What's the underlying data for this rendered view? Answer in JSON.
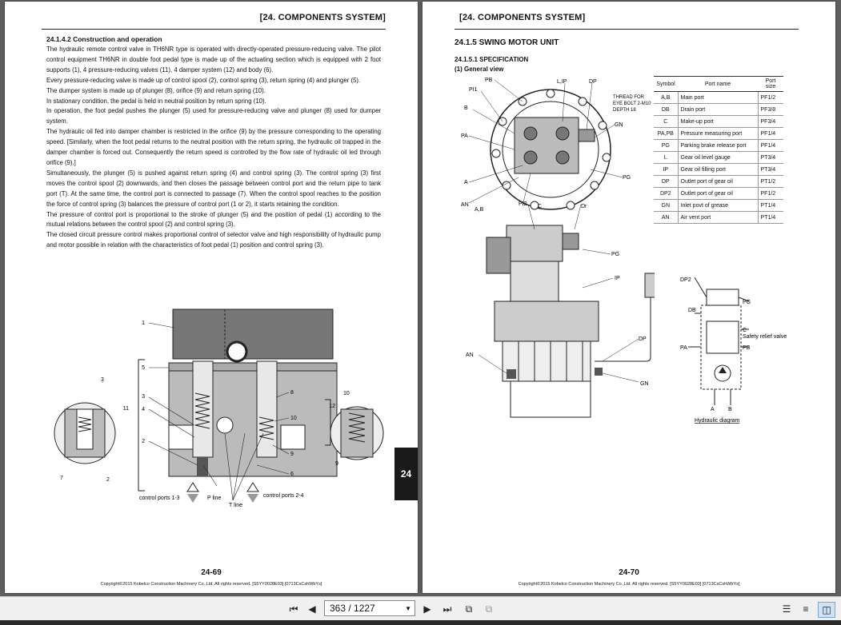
{
  "left_page": {
    "header": "[24.  COMPONENTS SYSTEM]",
    "section_title": "24.1.4.2 Construction and operation",
    "paragraphs": [
      "The hydraulic remote control valve in TH6NR type is operated with directly-operated pressure-reducing valve. The pilot control equipment TH6NR in double foot pedal type is made up of the actuating section which is equipped with 2 foot supports (1), 4 pressure-reducing valves (11), 4 damper system (12) and body (6).",
      "Every pressure-reducing valve is made up of control spool (2), control spring (3), return spring (4) and plunger (5).",
      "The dumper system is made up of plunger (8), orifice (9) and return spring (10).",
      "In stationary condition, the pedal is held in neutral position by return spring (10).",
      "In operation, the foot pedal pushes the plunger (5) used for pressure-reducing valve and plunger (8) used for dumper system.",
      "The hydraulic oil fed into damper chamber is restricted in the orifice (9) by the pressure corresponding to the operating speed. [Similarly, when the foot pedal returns to the neutral position with the return spring, the hydraulic oil trapped in the damper chamber is forced out. Consequently the return speed is controlled by the flow rate of hydraulic oil led through orifice (9).]",
      "Simultaneously, the plunger (5) is pushed against return spring (4) and control spring (3). The control spring (3) first moves the control spool (2) downwards, and then closes the passage between control port and the return pipe to tank port (T). At the same time, the control port is connected to passage (7). When the control spool reaches to the position the force of control spring (3) balances the pressure of control port (1 or 2), it starts retaining the condition.",
      "The pressure of control port is proportional to the stroke of plunger (5) and the position of pedal (1) according to the mutual relations between the control spool (2) and control spring (3).",
      "The closed circuit pressure control makes proportional control of selector valve and high responsibility of hydraulic pump and motor possible in relation with the characteristics of foot pedal (1) position and control spring (3)."
    ],
    "figure_labels": {
      "l1": "1",
      "l2": "2",
      "l3": "3",
      "l4": "4",
      "l5": "5",
      "l6": "6",
      "l7": "7",
      "l8": "8",
      "l9": "9",
      "l10": "10",
      "l11": "11",
      "l12": "12",
      "control_ports_1_3": "control ports 1-3",
      "control_ports_2_4": "control ports 2-4",
      "p_line": "P line",
      "t_line": "T line"
    },
    "page_number": "24-69",
    "copyright": "Copyright©2015 Kobelco Construction Machinery Co.,Ltd. All rights reserved. [S5YY0028E03] [0713CsCshWbYs]",
    "chapter_tab": "24"
  },
  "right_page": {
    "header": "[24.  COMPONENTS SYSTEM]",
    "title": "24.1.5    SWING MOTOR UNIT",
    "subtitle": "24.1.5.1 SPECIFICATION",
    "view_title": "(1)  General view",
    "table": {
      "headers": [
        "Symbol",
        "Port name",
        "Port size"
      ],
      "rows": [
        [
          "A,B",
          "Main port",
          "PF1/2"
        ],
        [
          "DB",
          "Drain port",
          "PF3/8"
        ],
        [
          "C",
          "Make-up port",
          "PF3/4"
        ],
        [
          "PA,PB",
          "Pressure measuring port",
          "PF1/4"
        ],
        [
          "PG",
          "Parking brake release port",
          "PF1/4"
        ],
        [
          "L",
          "Gear oil level gauge",
          "PT3/4"
        ],
        [
          "IP",
          "Gear oil filling port",
          "PT3/4"
        ],
        [
          "DP",
          "Outlet port of gear oil",
          "PT1/2"
        ],
        [
          "DP2",
          "Outlet port of gear oil",
          "PF1/2"
        ],
        [
          "GN",
          "Inlet povt of grease",
          "PT1/4"
        ],
        [
          "AN",
          "Air vent port",
          "PT1/4"
        ]
      ]
    },
    "figure_labels": {
      "pb": "PB",
      "pi1": "PI1",
      "b": "B",
      "pa": "PA",
      "a": "A",
      "an": "AN",
      "ab": "A,B",
      "pi2": "PI2",
      "c": "C",
      "dr": "Dr",
      "lip": "L,IP",
      "dp": "DP",
      "gn": "GN",
      "pg": "PG",
      "thread1": "THREAD FOR",
      "thread2": "EYE BOLT 2-M10",
      "thread3": "DEPTH 18",
      "ip": "IP",
      "dp2": "DP2",
      "db": "DB",
      "pa2": "PA",
      "pb2": "PB",
      "c2": "C",
      "safety": "Safety relief valve",
      "a2": "A",
      "b2": "B",
      "hyd": "Hydraulic diagram"
    },
    "page_number": "24-70",
    "copyright": "Copyright©2015 Kobelco Construction Machinery Co.,Ltd. All rights reserved. [S5YY0028E03] [0713CsCshWbYs]"
  },
  "toolbar": {
    "current_page": "363",
    "total_pages": "1227",
    "page_display": "363 / 1227",
    "icons": [
      "first-page-icon",
      "prev-page-icon",
      "next-page-icon",
      "last-page-icon",
      "go-back-icon",
      "go-forward-icon",
      "single-page-view-icon",
      "continuous-view-icon",
      "two-page-view-icon"
    ]
  }
}
